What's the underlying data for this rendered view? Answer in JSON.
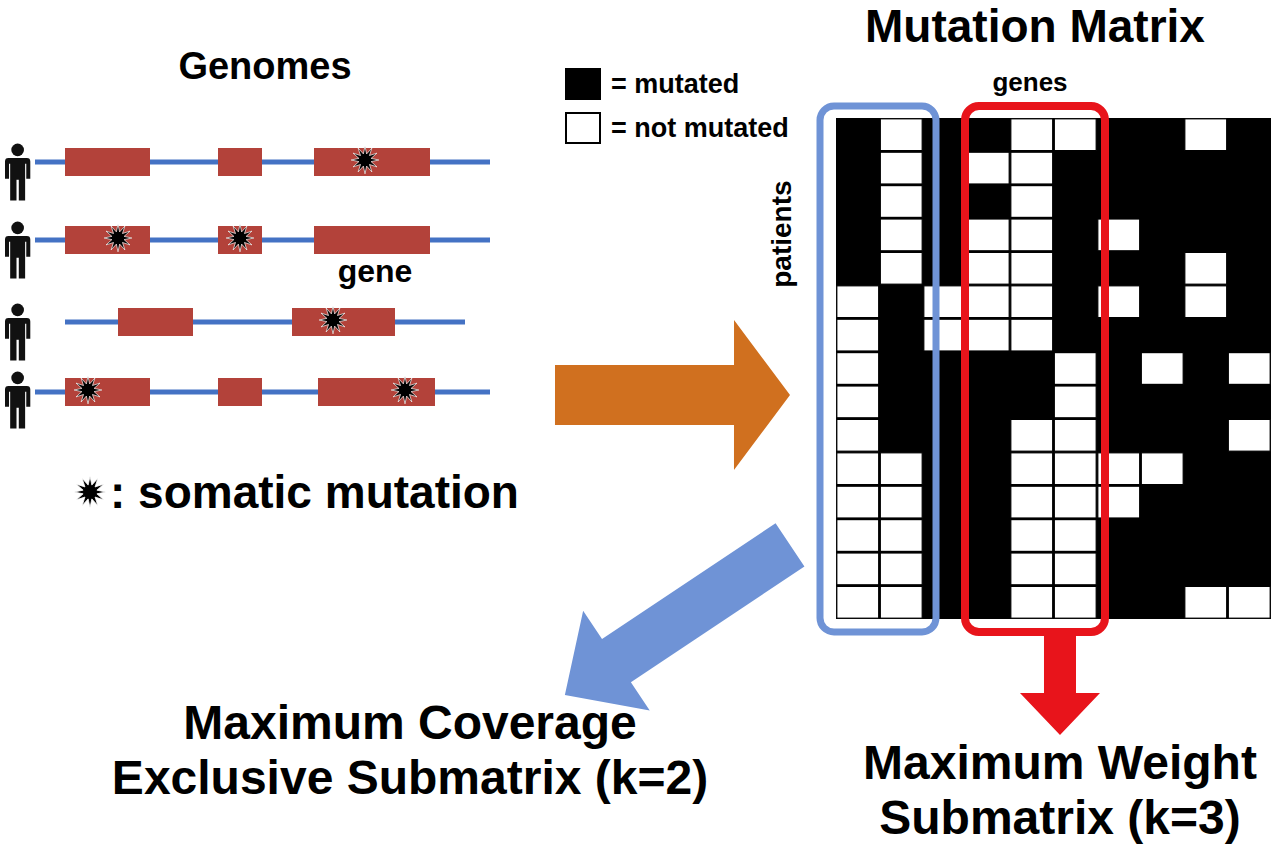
{
  "diagram": {
    "nodes": [
      {
        "text": [
          "Genomes"
        ]
      },
      {
        "text": [
          "Mutation Matrix"
        ]
      },
      {
        "text": [
          "Maximum Coverage Exclusive Submatrix (k=2)"
        ]
      },
      {
        "text": [
          "Maximum Weight Submatrix (k=3)"
        ]
      }
    ],
    "edges": [
      {
        "from": 0,
        "to": 1,
        "arrow": "to"
      },
      {
        "from": 1,
        "to": 2,
        "arrow": "to"
      },
      {
        "from": 1,
        "to": 3,
        "arrow": "to"
      }
    ],
    "labels": [
      "gene",
      "genes",
      "patients"
    ],
    "legend": [
      {
        "text": "= mutated",
        "color": "#000000"
      },
      {
        "text": "= not mutated",
        "color": "#ffffff"
      },
      {
        "text": ": somatic mutation"
      }
    ]
  }
}
